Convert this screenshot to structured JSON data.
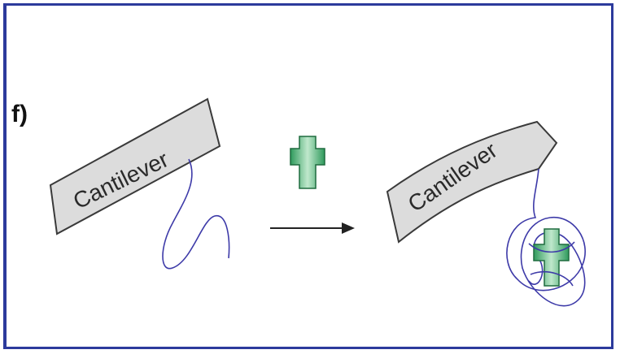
{
  "panel_label": "f)",
  "left_beam_label": "Cantilever",
  "right_beam_label": "Cantilever",
  "colors": {
    "border": "#2c3a9c",
    "beam_fill": "#dcdcdc",
    "beam_stroke": "#3a3a3a",
    "strand": "#3d3aa8",
    "ligand_dark": "#2f9a5c",
    "ligand_light": "#bfe8cc",
    "arrow": "#222222"
  },
  "icons": [
    "ligand-cross-icon",
    "arrow-right-icon"
  ]
}
